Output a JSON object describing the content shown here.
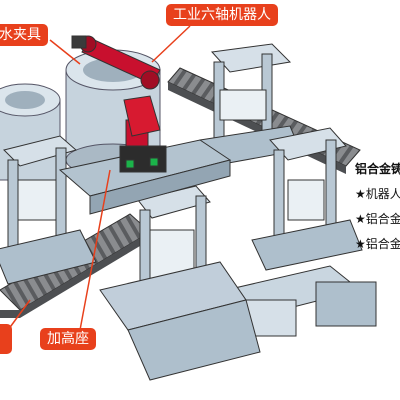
{
  "callouts": {
    "robot": "工业六轴机器人",
    "gripper": "水夹具",
    "base": "加高座"
  },
  "panel": {
    "title": "铝合金铸",
    "items": [
      "★机器人",
      "★铝合金",
      "★铝合金"
    ]
  },
  "colors": {
    "callout_bg": "#e8401c",
    "machine": "#b9c8d4",
    "robot": "#c8102e",
    "conveyor": "#6d6f72"
  }
}
